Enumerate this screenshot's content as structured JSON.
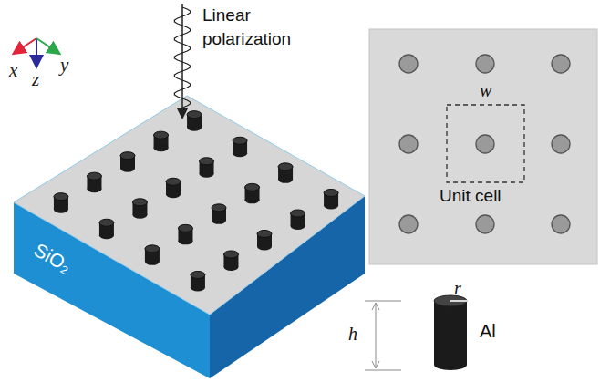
{
  "diagram": {
    "labels": [
      "x",
      "z",
      "y",
      "Linear polarization",
      "SiO₂",
      "w",
      "Unit cell",
      "r",
      "h",
      "Al"
    ]
  }
}
